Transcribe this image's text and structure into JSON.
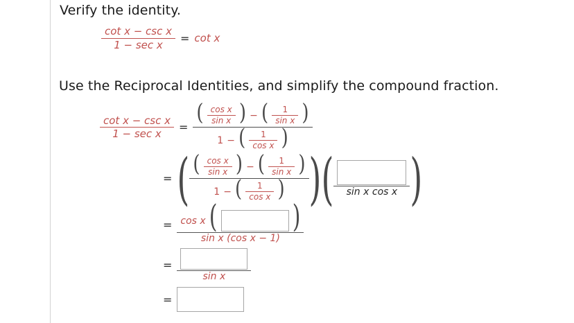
{
  "page": {
    "title": "Verify the identity."
  },
  "prompts": {
    "verify": "Verify the identity.",
    "reciprocal": "Use the Reciprocal Identities, and simplify the compound fraction."
  },
  "colors": {
    "math_red": "#c0504d",
    "text_black": "#1a1a1a",
    "box_border": "#a6a6a6",
    "divider": "#d3d3d3"
  },
  "symbols": {
    "equals": "=",
    "minus": "−",
    "lparen": "(",
    "rparen": ")"
  },
  "identity": {
    "lhs_numerator": "cot x − csc x",
    "lhs_denominator": "1 − sec x",
    "equals": "=",
    "rhs": "cot x"
  },
  "steps": [
    {
      "id": "step-1",
      "equals": "=",
      "left": {
        "numerator": "cot x − csc x",
        "denominator": "1 − sec x"
      },
      "right": {
        "numerator": {
          "term1": {
            "num": "cos x",
            "den": "sin x"
          },
          "operator": "−",
          "term2": {
            "num": "1",
            "den": "sin x"
          }
        },
        "denominator": {
          "lead": "1",
          "operator": "−",
          "term": {
            "num": "1",
            "den": "cos x"
          }
        }
      }
    },
    {
      "id": "step-2",
      "equals": "=",
      "factor1": {
        "numerator": {
          "term1": {
            "num": "cos x",
            "den": "sin x"
          },
          "operator": "−",
          "term2": {
            "num": "1",
            "den": "sin x"
          }
        },
        "denominator": {
          "lead": "1",
          "operator": "−",
          "term": {
            "num": "1",
            "den": "cos x"
          }
        }
      },
      "factor2": {
        "numerator_input": "",
        "denominator": "sin x cos x"
      }
    },
    {
      "id": "step-3",
      "equals": "=",
      "numerator_prefix": "cos x",
      "numerator_input": "",
      "denominator": "sin x (cos x − 1)"
    },
    {
      "id": "step-4",
      "equals": "=",
      "numerator_input": "",
      "denominator": "sin x"
    },
    {
      "id": "step-5",
      "equals": "=",
      "answer_input": ""
    }
  ],
  "inputs": {
    "placeholder": ""
  }
}
